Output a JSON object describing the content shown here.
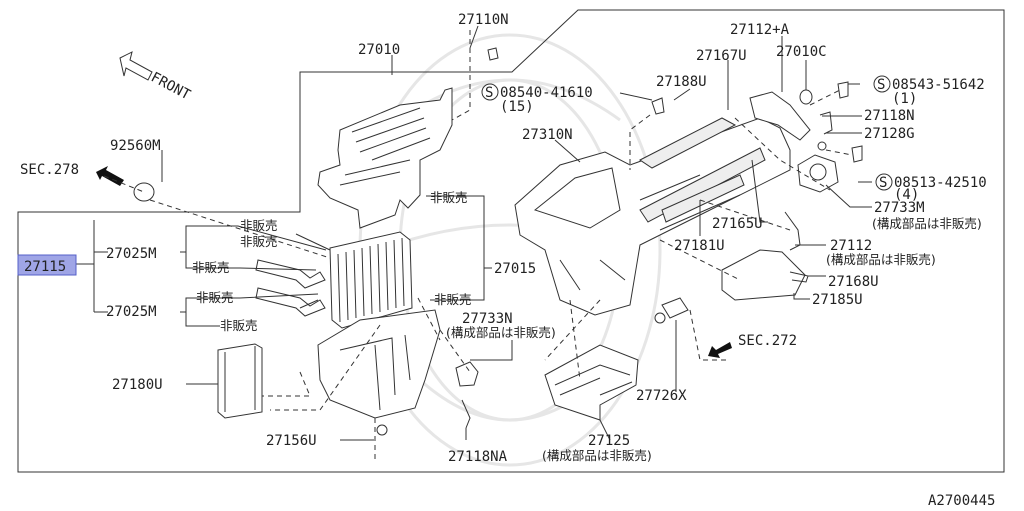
{
  "diagram": {
    "parts": {
      "p27110N": "27110N",
      "p27010": "27010",
      "p27112A": "27112+A",
      "p27167U": "27167U",
      "p27010C": "27010C",
      "p27188U": "27188U",
      "p92560M": "92560M",
      "p27310N": "27310N",
      "p27118N": "27118N",
      "p27128G": "27128G",
      "p27733M": "27733M",
      "p27165U": "27165U",
      "p27112": "27112",
      "p27181U": "27181U",
      "p27115": "27115",
      "p27025M_a": "27025M",
      "p27025M_b": "27025M",
      "p27015": "27015",
      "p27168U": "27168U",
      "p27185U": "27185U",
      "p27733N": "27733N",
      "p27180U": "27180U",
      "p27726X": "27726X",
      "p27156U": "27156U",
      "p27125": "27125",
      "p27118NA": "27118NA"
    },
    "bolts": {
      "b1": "S",
      "b1_num": "08540-41610",
      "b1_qty": "(15)",
      "b2": "S",
      "b2_num": "08543-51642",
      "b2_qty": "(1)",
      "b3": "S",
      "b3_num": "08513-42510",
      "b3_qty": "(4)"
    },
    "notes": {
      "not_sold": "非販売",
      "component_not_sold": "(構成部品は非販売)"
    },
    "refs": {
      "sec278": "SEC.278",
      "sec272": "SEC.272",
      "front": "FRONT"
    },
    "illustration_code": "A2700445"
  }
}
